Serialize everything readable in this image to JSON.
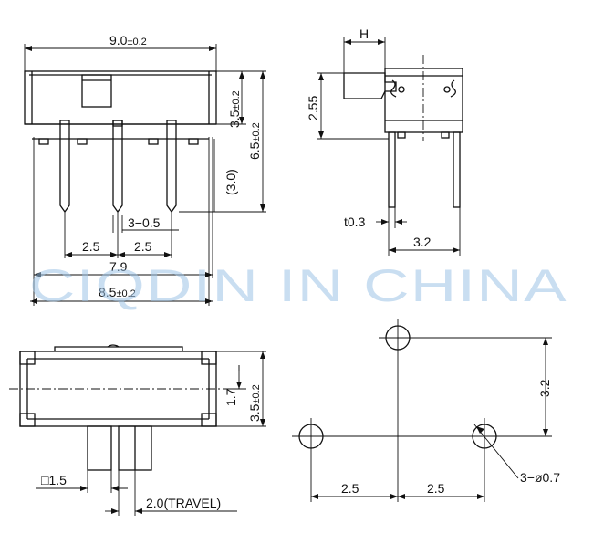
{
  "watermark": "CIQDIN IN CHINA",
  "front_view": {
    "width": "9.0",
    "width_tol": "±0.2",
    "height_body": "3.5",
    "height_body_tol": "±0.2",
    "height_total": "6.5",
    "height_total_tol": "±0.2",
    "pin_length": "(3.0)",
    "pin_width": "3−0.5",
    "pitch_left": "2.5",
    "pitch_right": "2.5",
    "span_inner": "7.9",
    "span_outer": "8.5",
    "span_outer_tol": "±0.2"
  },
  "side_view": {
    "actuator_h": "H",
    "height": "2.55",
    "thickness": "t0.3",
    "depth": "3.2"
  },
  "top_view": {
    "height": "3.5",
    "height_tol": "±0.2",
    "center": "1.7",
    "knob": "□1.5",
    "travel": "2.0(TRAVEL)"
  },
  "pcb_layout": {
    "spacing_y": "3.2",
    "pitch_left": "2.5",
    "pitch_right": "2.5",
    "holes": "3−ø0.7"
  }
}
